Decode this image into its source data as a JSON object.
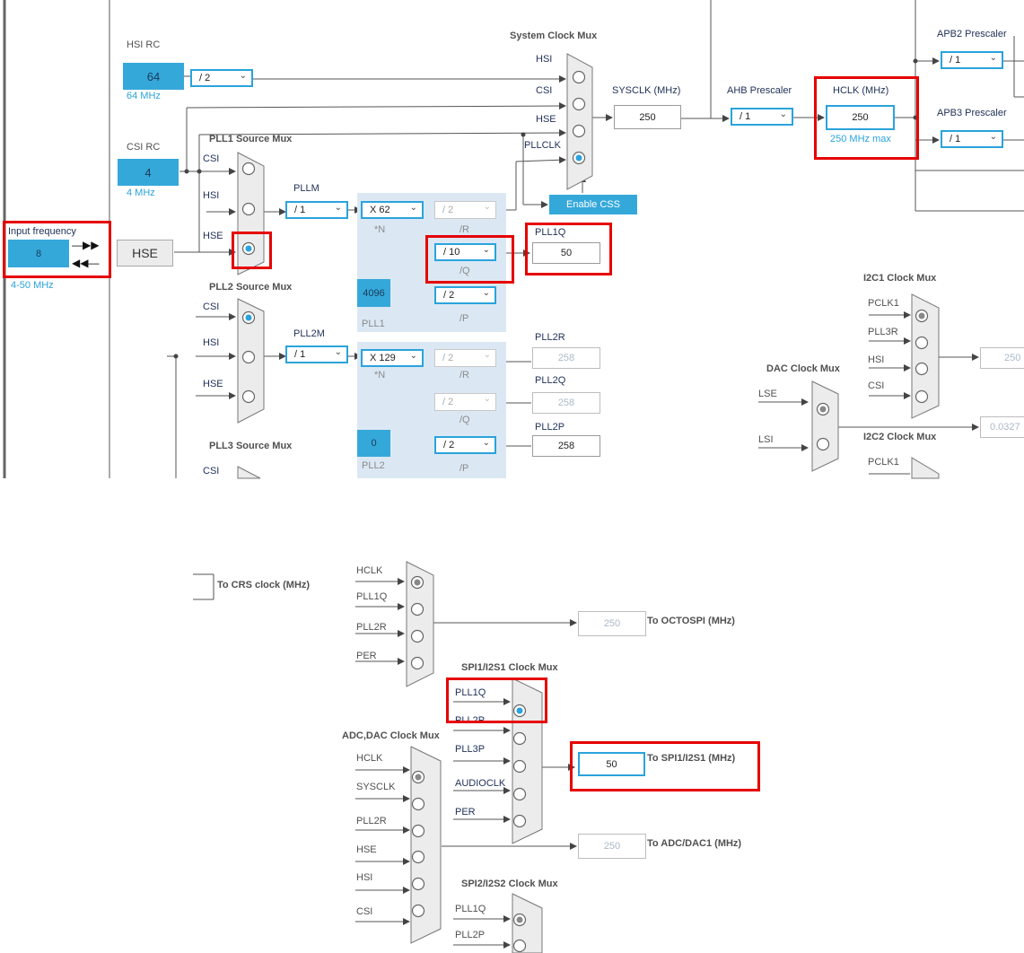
{
  "top": {
    "hsi_rc": {
      "title": "HSI RC",
      "value": "64",
      "freq": "64 MHz",
      "div": "/ 2"
    },
    "csi_rc": {
      "title": "CSI RC",
      "value": "4",
      "freq": "4 MHz"
    },
    "input": {
      "title": "Input frequency",
      "value": "8",
      "range": "4-50 MHz"
    },
    "hse_label": "HSE",
    "pll1_mux": {
      "title": "PLL1 Source Mux",
      "in": [
        "CSI",
        "HSI",
        "HSE"
      ]
    },
    "pll2_mux": {
      "title": "PLL2 Source Mux",
      "in": [
        "CSI",
        "HSI",
        "HSE"
      ]
    },
    "pll3_mux": {
      "title": "PLL3 Source Mux",
      "in": [
        "CSI"
      ]
    },
    "pllm": {
      "label": "PLLM",
      "value": "/ 1"
    },
    "pll2m": {
      "label": "PLL2M",
      "value": "/ 1"
    },
    "pll1": {
      "n": "X 62",
      "n_lbl": "*N",
      "r": "/ 2",
      "r_lbl": "/R",
      "q": "/ 10",
      "q_lbl": "/Q",
      "p": "/ 2",
      "p_lbl": "/P",
      "frac": "4096",
      "name": "PLL1"
    },
    "pll2": {
      "n": "X 129",
      "n_lbl": "*N",
      "r": "/ 2",
      "r_lbl": "/R",
      "q": "/ 2",
      "q_lbl": "/Q",
      "p": "/ 2",
      "p_lbl": "/P",
      "frac": "0",
      "name": "PLL2"
    },
    "pll1q": {
      "label": "PLL1Q",
      "value": "50"
    },
    "pll2r": {
      "label": "PLL2R",
      "value": "258"
    },
    "pll2q": {
      "label": "PLL2Q",
      "value": "258"
    },
    "pll2p": {
      "label": "PLL2P",
      "value": "258"
    },
    "sysmux": {
      "title": "System Clock Mux",
      "in": [
        "HSI",
        "CSI",
        "HSE",
        "PLLCLK"
      ]
    },
    "sysclk": {
      "label": "SYSCLK (MHz)",
      "value": "250"
    },
    "ahb": {
      "label": "AHB Prescaler",
      "value": "/ 1"
    },
    "hclk": {
      "label": "HCLK (MHz)",
      "value": "250",
      "max": "250 MHz max"
    },
    "apb2": {
      "label": "APB2 Prescaler",
      "value": "/ 1"
    },
    "apb3": {
      "label": "APB3 Prescaler",
      "value": "/ 1"
    },
    "css": "Enable CSS",
    "i2c1": {
      "title": "I2C1 Clock Mux",
      "in": [
        "PCLK1",
        "PLL3R",
        "HSI",
        "CSI"
      ],
      "out": "250"
    },
    "dac": {
      "title": "DAC Clock Mux",
      "in": [
        "LSE",
        "LSI"
      ],
      "out": "0.0327"
    },
    "i2c2": {
      "title": "I2C2 Clock Mux",
      "in": [
        "PCLK1"
      ]
    }
  },
  "bottom": {
    "crs": "To CRS clock (MHz)",
    "octo": {
      "in": [
        "HCLK",
        "PLL1Q",
        "PLL2R",
        "PER"
      ],
      "value": "250",
      "label": "To OCTOSPI (MHz)"
    },
    "spi1": {
      "title": "SPI1/I2S1 Clock Mux",
      "in": [
        "PLL1Q",
        "PLL2P",
        "PLL3P",
        "AUDIOCLK",
        "PER"
      ],
      "value": "50",
      "label": "To SPI1/I2S1 (MHz)"
    },
    "adc": {
      "title": "ADC,DAC Clock Mux",
      "in": [
        "HCLK",
        "SYSCLK",
        "PLL2R",
        "HSE",
        "HSI",
        "CSI"
      ],
      "value": "250",
      "label": "To ADC/DAC1 (MHz)"
    },
    "spi2": {
      "title": "SPI2/I2S2 Clock Mux",
      "in": [
        "PLL1Q",
        "PLL2P"
      ]
    }
  },
  "colors": {
    "accent": "#35a8da",
    "highlight": "#e60000",
    "panel": "#dbe8f4"
  }
}
